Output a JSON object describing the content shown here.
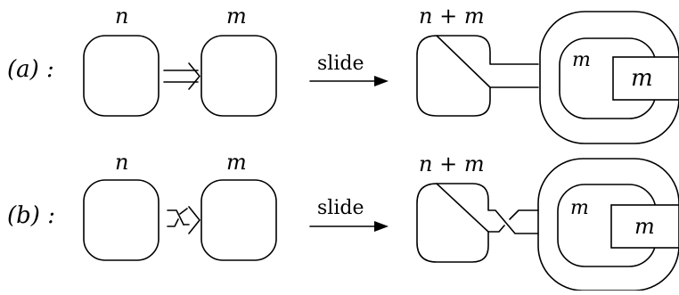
{
  "rows": [
    {
      "label": "(a) :",
      "left_labels": [
        "n",
        "m"
      ],
      "arrow_label": "slide",
      "result_label": "n + m",
      "inner_label": "m",
      "box_label": "m"
    },
    {
      "label": "(b) :",
      "left_labels": [
        "n",
        "m"
      ],
      "arrow_label": "slide",
      "result_label": "n + m",
      "inner_label": "m",
      "box_label": "m"
    }
  ]
}
